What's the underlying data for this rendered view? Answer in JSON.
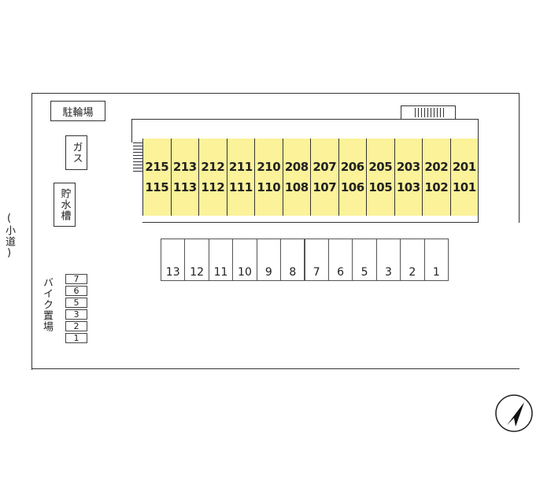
{
  "road_label": "(小道)",
  "facilities": {
    "bicycle_parking": "駐輪場",
    "gas": "ガス",
    "water_tank": "貯水槽",
    "bike_parking": "バイク置場"
  },
  "units": [
    {
      "upper": "215",
      "lower": "115"
    },
    {
      "upper": "213",
      "lower": "113"
    },
    {
      "upper": "212",
      "lower": "112"
    },
    {
      "upper": "211",
      "lower": "111"
    },
    {
      "upper": "210",
      "lower": "110"
    },
    {
      "upper": "208",
      "lower": "108"
    },
    {
      "upper": "207",
      "lower": "107"
    },
    {
      "upper": "206",
      "lower": "106"
    },
    {
      "upper": "205",
      "lower": "105"
    },
    {
      "upper": "203",
      "lower": "103"
    },
    {
      "upper": "202",
      "lower": "102"
    },
    {
      "upper": "201",
      "lower": "101"
    }
  ],
  "parking_slots": [
    "13",
    "12",
    "11",
    "10",
    "9",
    "8",
    "7",
    "6",
    "5",
    "3",
    "2",
    "1"
  ],
  "bike_slots": [
    "7",
    "6",
    "5",
    "3",
    "2",
    "1"
  ],
  "colors": {
    "unit_fill": "#fbf29a",
    "line": "#333333"
  },
  "compass_icon": "north-arrow-icon"
}
